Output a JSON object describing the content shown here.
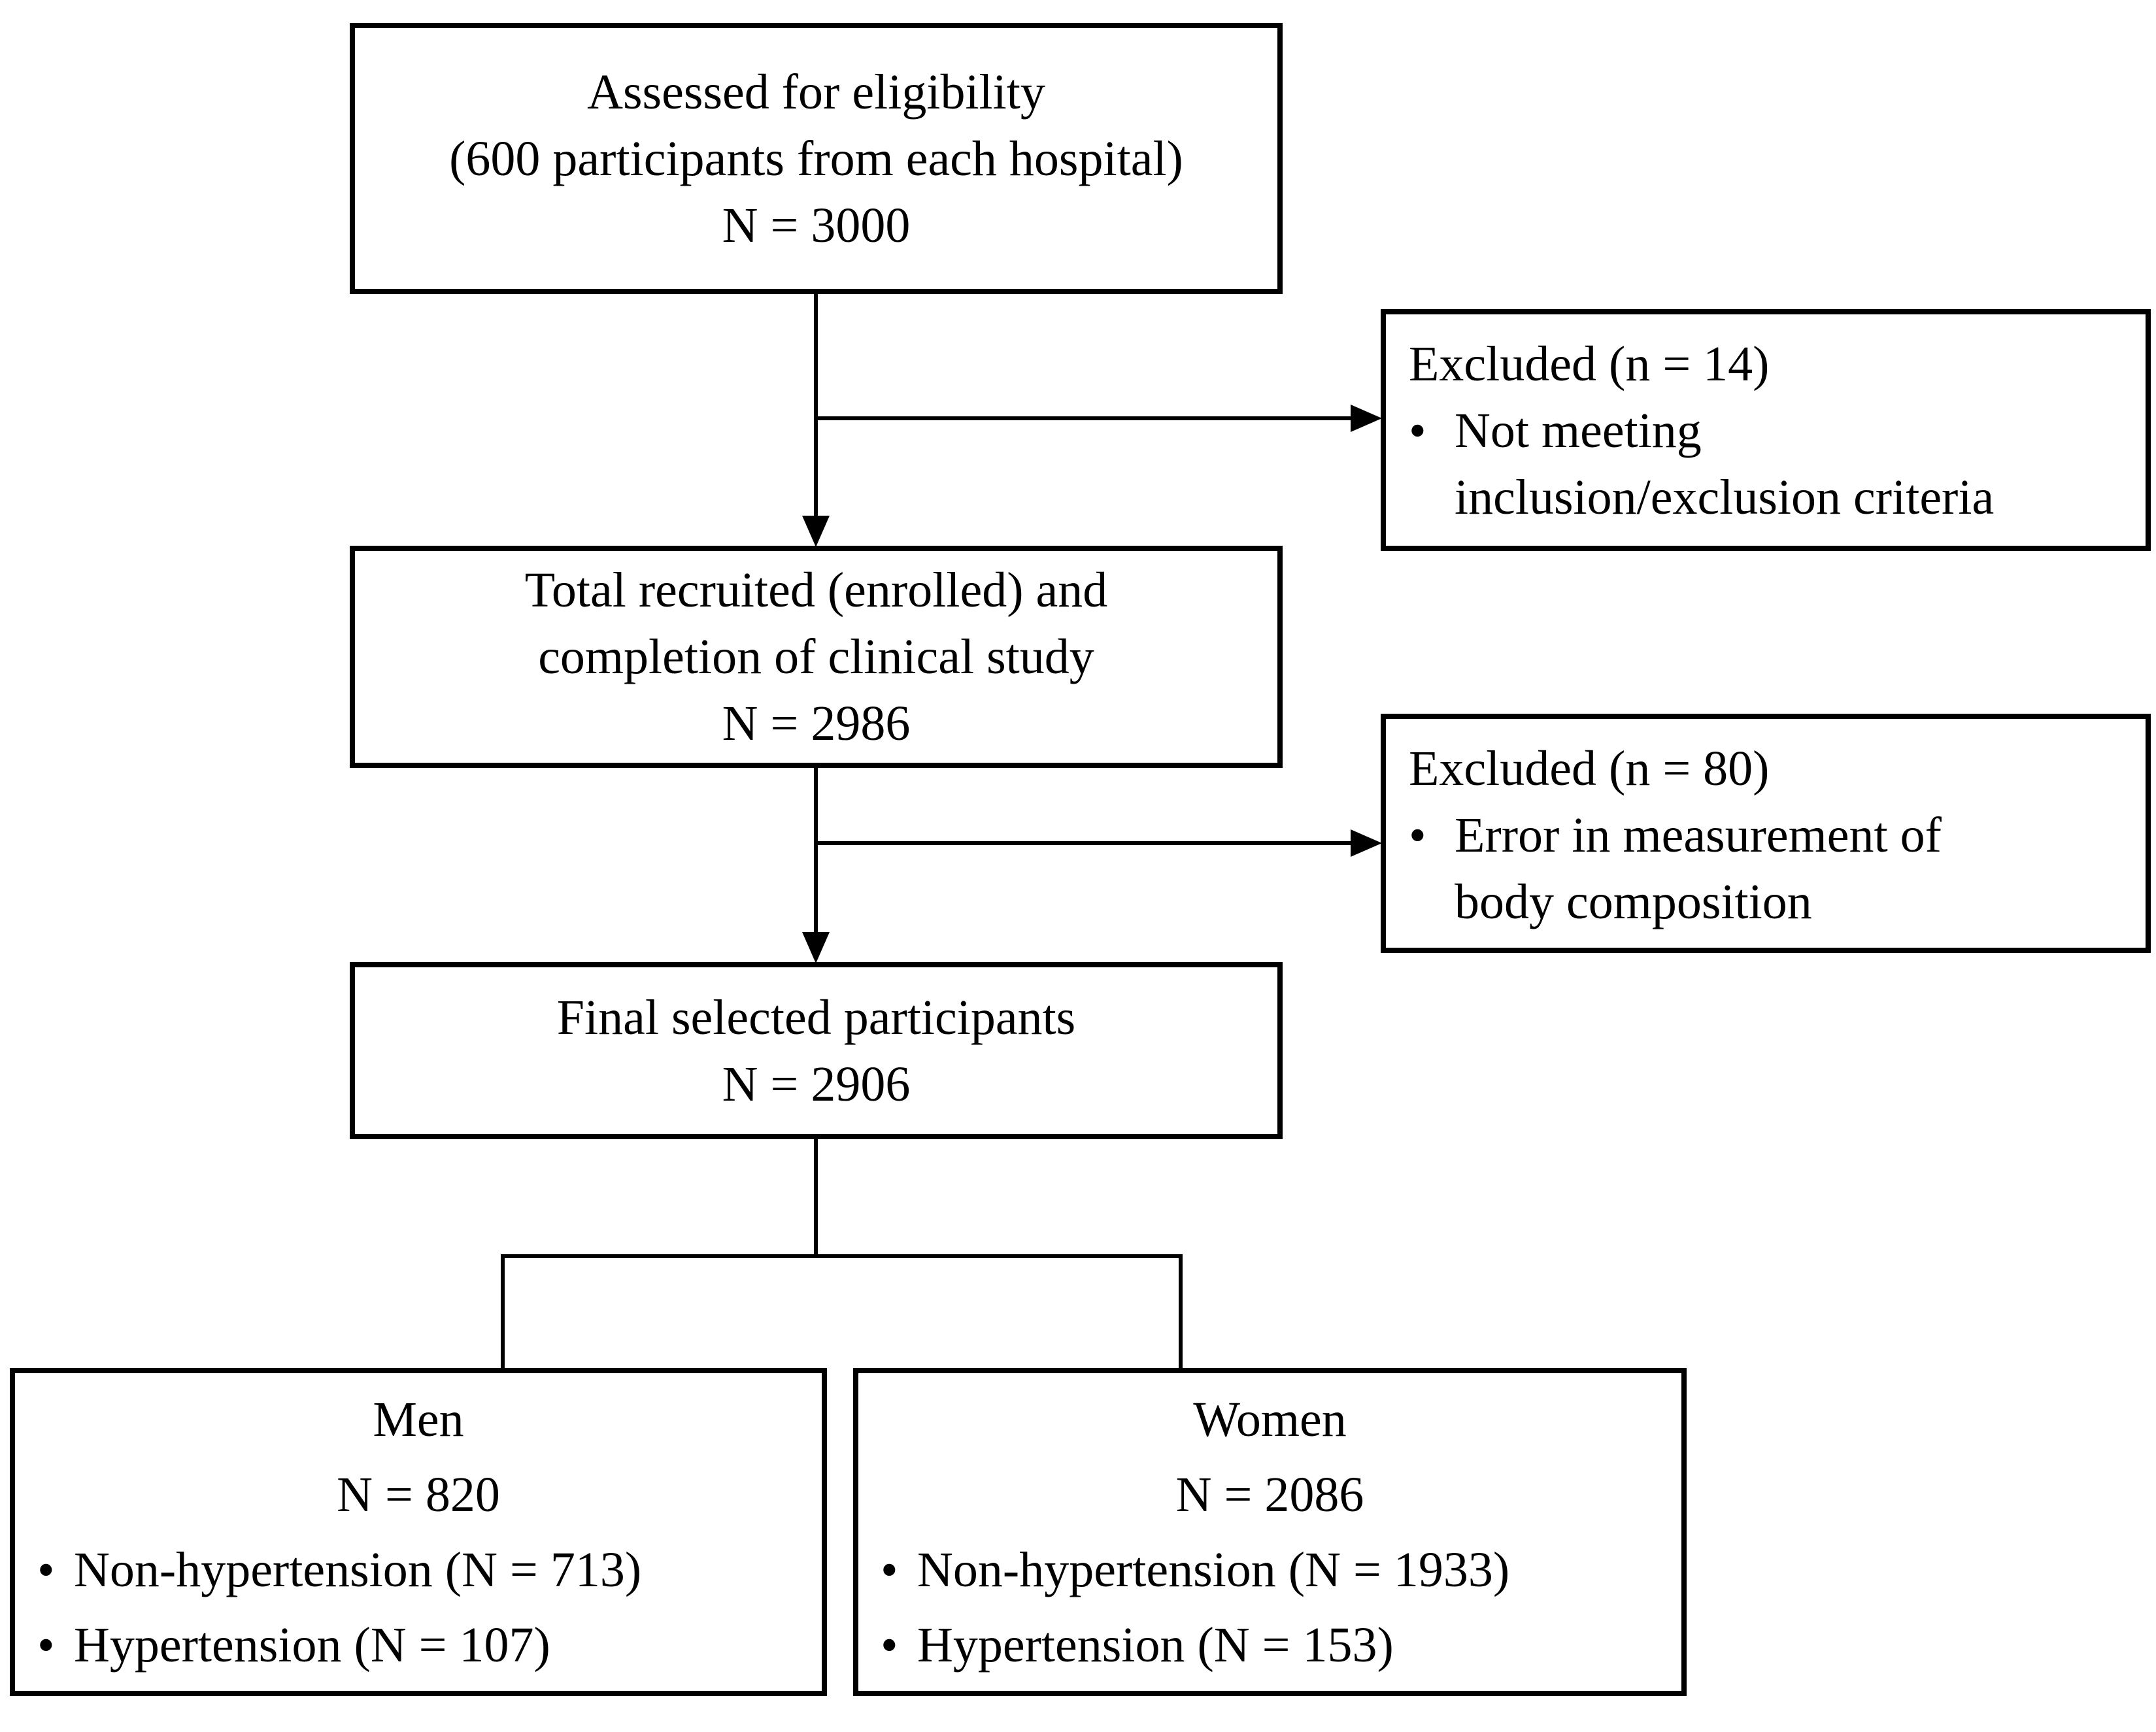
{
  "diagram": {
    "type": "flowchart",
    "background_color": "#ffffff",
    "ink_color": "#000000",
    "glyphs": {
      "bullet": "•"
    },
    "boxes": {
      "assessed": {
        "lines": [
          "Assessed for eligibility",
          "(600 participants from each hospital)",
          "N = 3000"
        ]
      },
      "excluded_criteria": {
        "title": "Excluded (n = 14)",
        "bullet_lines": [
          "Not meeting",
          "inclusion/exclusion criteria"
        ]
      },
      "recruited": {
        "lines": [
          "Total recruited (enrolled) and",
          "completion of clinical study",
          "N = 2986"
        ]
      },
      "excluded_measurement": {
        "title": "Excluded (n = 80)",
        "bullet_lines": [
          "Error in measurement of",
          "body composition"
        ]
      },
      "final": {
        "lines": [
          "Final selected participants",
          "N = 2906"
        ]
      },
      "men": {
        "title": "Men",
        "count": "N = 820",
        "bullets": [
          "Non-hypertension (N = 713)",
          "Hypertension (N = 107)"
        ]
      },
      "women": {
        "title": "Women",
        "count": "N = 2086",
        "bullets": [
          "Non-hypertension (N = 1933)",
          "Hypertension (N = 153)"
        ]
      }
    }
  }
}
